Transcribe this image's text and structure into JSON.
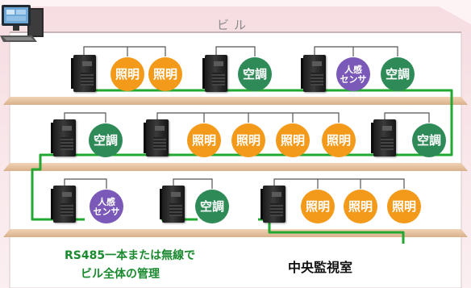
{
  "building": {
    "title": "ビル",
    "floors": [
      {
        "nodes": [
          {
            "type": "device"
          },
          {
            "type": "light",
            "label": "照明"
          },
          {
            "type": "light",
            "label": "照明"
          },
          {
            "type": "device"
          },
          {
            "type": "ac",
            "label": "空調"
          },
          {
            "type": "device"
          },
          {
            "type": "sensor",
            "label_line1": "人感",
            "label_line2": "センサ"
          },
          {
            "type": "ac",
            "label": "空調"
          }
        ]
      },
      {
        "nodes": [
          {
            "type": "device"
          },
          {
            "type": "ac",
            "label": "空調"
          },
          {
            "type": "device"
          },
          {
            "type": "light",
            "label": "照明"
          },
          {
            "type": "light",
            "label": "照明"
          },
          {
            "type": "light",
            "label": "照明"
          },
          {
            "type": "light",
            "label": "照明"
          },
          {
            "type": "device"
          },
          {
            "type": "ac",
            "label": "空調"
          }
        ]
      },
      {
        "nodes": [
          {
            "type": "device"
          },
          {
            "type": "sensor",
            "label_line1": "人感",
            "label_line2": "センサ"
          },
          {
            "type": "device"
          },
          {
            "type": "ac",
            "label": "空調"
          },
          {
            "type": "device"
          },
          {
            "type": "light",
            "label": "照明"
          },
          {
            "type": "light",
            "label": "照明"
          },
          {
            "type": "light",
            "label": "照明"
          }
        ]
      }
    ]
  },
  "caption": {
    "line1": "RS485一本または無線で",
    "line2": "ビル全体の管理"
  },
  "control_room": {
    "label": "中央監視室",
    "icon": "computer-monitor-icon"
  },
  "colors": {
    "light": "#f39a1b",
    "ac": "#2e8b57",
    "sensor": "#7b59b8",
    "wire": "#22a832",
    "floor": "#e8c9a8",
    "roof": "#f3d7dc"
  }
}
